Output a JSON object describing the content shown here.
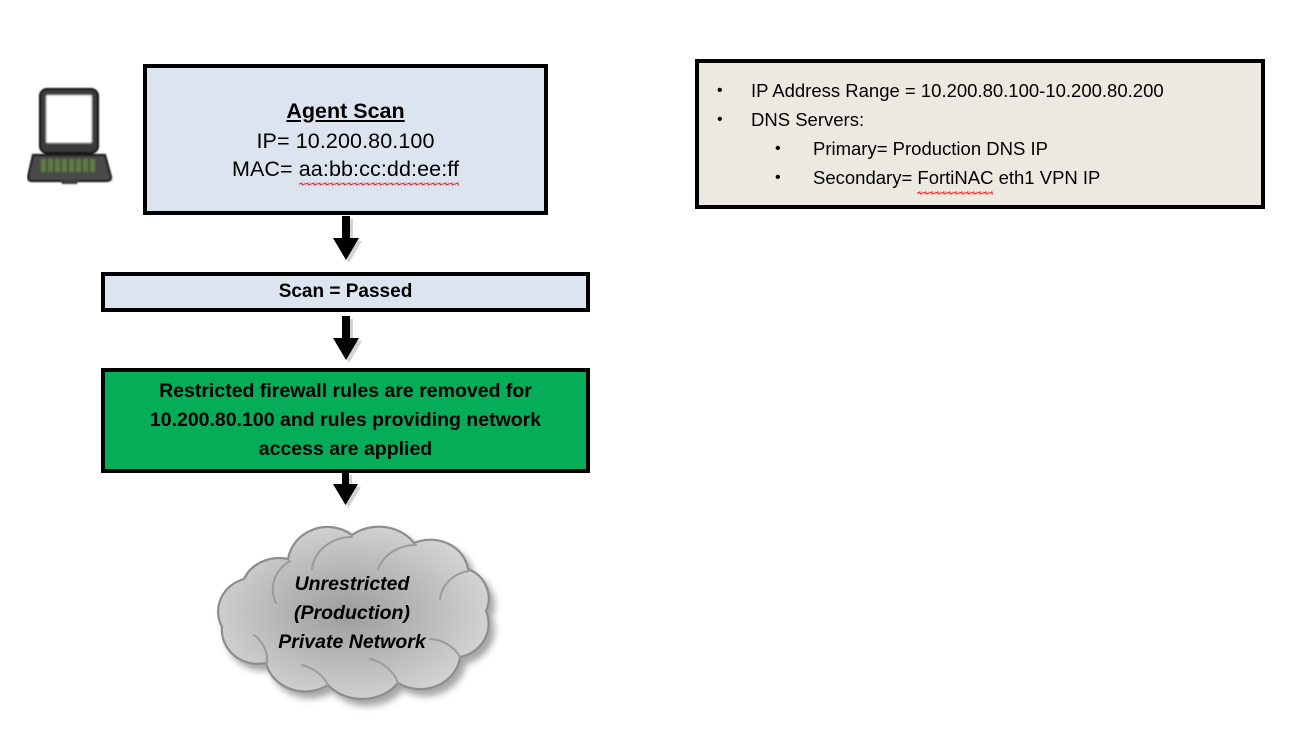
{
  "diagram": {
    "title": "FortiNAC agent scan pass flow",
    "colors": {
      "box_blue": "#dce4f0",
      "box_green": "#05ad58",
      "legend_beige": "#eceae0",
      "border": "#000000",
      "spellcheck_underline": "#ef1d1d",
      "cloud_gray": "#c8c8c8"
    },
    "device_icon": {
      "name": "laptop-computer-icon",
      "label": "Laptop computer endpoint"
    },
    "agent_scan_box": {
      "title": "Agent Scan",
      "ip_line": "IP= 10.200.80.100",
      "mac_label": "MAC= ",
      "mac_value": "aa:bb:cc:dd:ee:ff"
    },
    "scan_result_box": {
      "text": "Scan = Passed"
    },
    "action_box": {
      "line1": "Restricted firewall rules are removed for",
      "line2": "10.200.80.100 and rules providing network",
      "line3": "access are applied"
    },
    "cloud": {
      "line1": "Unrestricted",
      "line2": "(Production)",
      "line3": "Private Network"
    },
    "arrows": [
      {
        "name": "arrow-agent-to-scan-result"
      },
      {
        "name": "arrow-scan-result-to-action"
      },
      {
        "name": "arrow-action-to-cloud"
      }
    ]
  },
  "legend": {
    "items": [
      {
        "level": 1,
        "bullet": "•",
        "text": "IP Address Range = 10.200.80.100-10.200.80.200",
        "misspelled": ""
      },
      {
        "level": 1,
        "bullet": "•",
        "text": "DNS Servers:",
        "misspelled": ""
      },
      {
        "level": 2,
        "bullet": "•",
        "text": "Primary= Production DNS IP",
        "misspelled": ""
      },
      {
        "level": 2,
        "bullet": "•",
        "prefix": "Secondary= ",
        "misspelled": "FortiNAC",
        "suffix": " eth1 VPN IP"
      }
    ]
  }
}
